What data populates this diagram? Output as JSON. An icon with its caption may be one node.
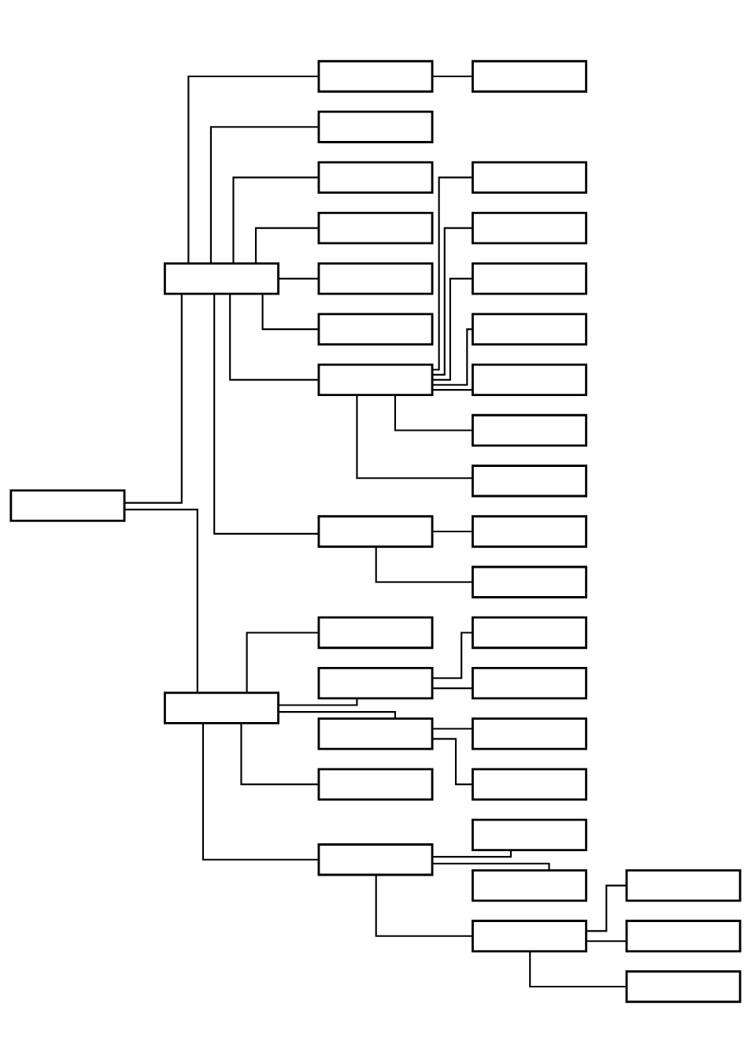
{
  "diagram": {
    "nodes": [
      {
        "text": [],
        "shape": "box"
      },
      {
        "text": [],
        "shape": "box"
      },
      {
        "text": [],
        "shape": "box"
      },
      {
        "text": [],
        "shape": "box"
      },
      {
        "text": [],
        "shape": "box"
      },
      {
        "text": [],
        "shape": "box"
      },
      {
        "text": [],
        "shape": "box"
      },
      {
        "text": [],
        "shape": "box"
      },
      {
        "text": [],
        "shape": "box"
      },
      {
        "text": [],
        "shape": "box"
      },
      {
        "text": [],
        "shape": "box"
      },
      {
        "text": [],
        "shape": "box"
      },
      {
        "text": [],
        "shape": "box"
      },
      {
        "text": [],
        "shape": "box"
      },
      {
        "text": [],
        "shape": "box"
      },
      {
        "text": [],
        "shape": "box"
      },
      {
        "text": [],
        "shape": "box"
      },
      {
        "text": [],
        "shape": "box"
      },
      {
        "text": [],
        "shape": "box"
      },
      {
        "text": [],
        "shape": "box"
      },
      {
        "text": [],
        "shape": "box"
      },
      {
        "text": [],
        "shape": "box"
      },
      {
        "text": [],
        "shape": "box"
      },
      {
        "text": [],
        "shape": "box"
      },
      {
        "text": [],
        "shape": "box"
      },
      {
        "text": [],
        "shape": "box"
      },
      {
        "text": [],
        "shape": "box"
      },
      {
        "text": [],
        "shape": "box"
      },
      {
        "text": [],
        "shape": "box"
      },
      {
        "text": [],
        "shape": "box"
      },
      {
        "text": [],
        "shape": "box"
      },
      {
        "text": [],
        "shape": "box"
      },
      {
        "text": [],
        "shape": "box"
      },
      {
        "text": [],
        "shape": "box"
      },
      {
        "text": [],
        "shape": "box"
      },
      {
        "text": [],
        "shape": "box"
      }
    ],
    "edges": [
      {
        "from": 0,
        "to": 1,
        "arrow": "none"
      },
      {
        "from": 0,
        "to": 2,
        "arrow": "none"
      },
      {
        "from": 1,
        "to": 3,
        "arrow": "none"
      },
      {
        "from": 3,
        "to": 4,
        "arrow": "none"
      },
      {
        "from": 1,
        "to": 5,
        "arrow": "none"
      },
      {
        "from": 1,
        "to": 6,
        "arrow": "none"
      },
      {
        "from": 1,
        "to": 7,
        "arrow": "none"
      },
      {
        "from": 1,
        "to": 8,
        "arrow": "none"
      },
      {
        "from": 1,
        "to": 9,
        "arrow": "none"
      },
      {
        "from": 1,
        "to": 10,
        "arrow": "none"
      },
      {
        "from": 10,
        "to": 11,
        "arrow": "none"
      },
      {
        "from": 10,
        "to": 12,
        "arrow": "none"
      },
      {
        "from": 10,
        "to": 13,
        "arrow": "none"
      },
      {
        "from": 10,
        "to": 14,
        "arrow": "none"
      },
      {
        "from": 10,
        "to": 15,
        "arrow": "none"
      },
      {
        "from": 10,
        "to": 16,
        "arrow": "none"
      },
      {
        "from": 10,
        "to": 17,
        "arrow": "none"
      },
      {
        "from": 1,
        "to": 18,
        "arrow": "none"
      },
      {
        "from": 18,
        "to": 19,
        "arrow": "none"
      },
      {
        "from": 18,
        "to": 20,
        "arrow": "none"
      },
      {
        "from": 2,
        "to": 21,
        "arrow": "none"
      },
      {
        "from": 2,
        "to": 22,
        "arrow": "none"
      },
      {
        "from": 22,
        "to": 23,
        "arrow": "none"
      },
      {
        "from": 22,
        "to": 24,
        "arrow": "none"
      },
      {
        "from": 2,
        "to": 25,
        "arrow": "none"
      },
      {
        "from": 25,
        "to": 26,
        "arrow": "none"
      },
      {
        "from": 25,
        "to": 27,
        "arrow": "none"
      },
      {
        "from": 2,
        "to": 28,
        "arrow": "none"
      },
      {
        "from": 2,
        "to": 29,
        "arrow": "none"
      },
      {
        "from": 29,
        "to": 30,
        "arrow": "none"
      },
      {
        "from": 29,
        "to": 31,
        "arrow": "none"
      },
      {
        "from": 29,
        "to": 32,
        "arrow": "none"
      },
      {
        "from": 32,
        "to": 33,
        "arrow": "none"
      },
      {
        "from": 32,
        "to": 34,
        "arrow": "none"
      },
      {
        "from": 32,
        "to": 35,
        "arrow": "none"
      }
    ]
  }
}
